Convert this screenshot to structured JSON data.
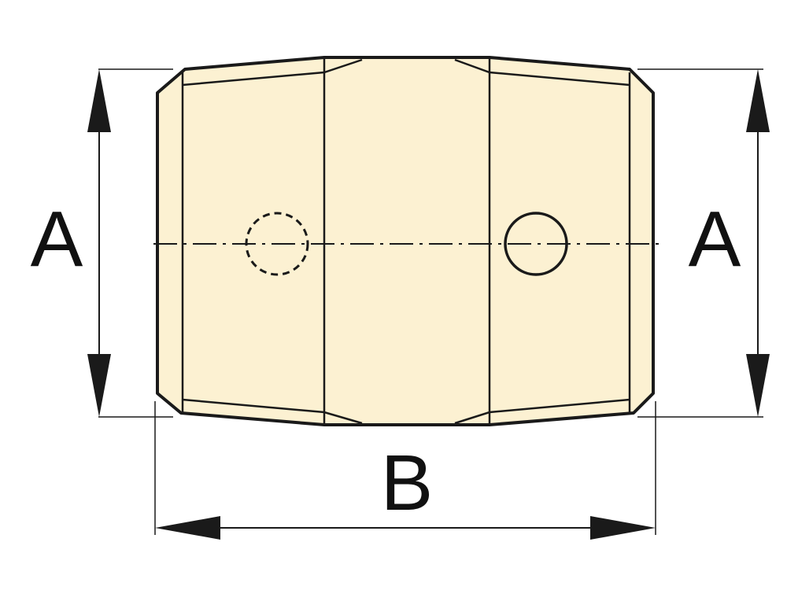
{
  "labels": {
    "left_height": "A",
    "right_height": "A",
    "width": "B"
  },
  "colors": {
    "body_fill": "#FCF1D2",
    "outline": "#1a1a1a",
    "dimension": "#1a1a1a",
    "background": "#ffffff"
  },
  "icons": {
    "hidden_hole": "dashed-circle-icon",
    "visible_hole": "circle-icon"
  }
}
